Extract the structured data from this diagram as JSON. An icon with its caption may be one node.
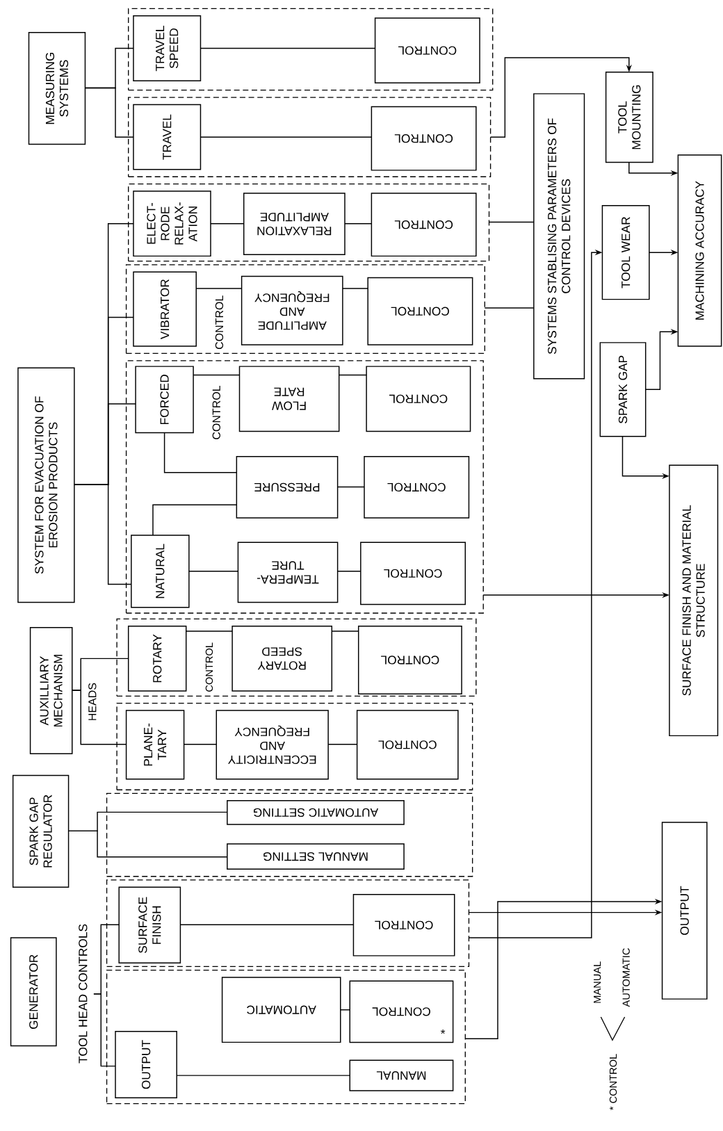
{
  "diagram": {
    "nodes": [
      {
        "text": [
          "MEASURING SYSTEMS"
        ]
      },
      {
        "text": [
          "SYSTEM FOR EVACUATION OF EROSION PRODUCTS"
        ]
      },
      {
        "text": [
          "AUXILLIARY MECHANISM"
        ]
      },
      {
        "text": [
          "SPARK GAP REGULATOR"
        ]
      },
      {
        "text": [
          "GENERATOR"
        ]
      },
      {
        "text": [
          "TOOL HEAD CONTROLS"
        ]
      },
      {
        "text": [],
        "shape": "box"
      },
      {
        "text": [
          "TRAVEL SPEED"
        ],
        "in": 6
      },
      {
        "text": [
          "CONTROL"
        ],
        "in": 6
      },
      {
        "text": [],
        "shape": "box"
      },
      {
        "text": [
          "TRAVEL"
        ],
        "in": 9
      },
      {
        "text": [
          "CONTROL"
        ],
        "in": 9
      },
      {
        "text": [],
        "shape": "box"
      },
      {
        "text": [
          "ELECT-RODE RELAX-ATION"
        ],
        "in": 12
      },
      {
        "text": [
          "RELAXATION AMPLITUDE"
        ],
        "in": 12
      },
      {
        "text": [
          "CONTROL"
        ],
        "in": 12
      },
      {
        "text": [],
        "shape": "box"
      },
      {
        "text": [
          "VIBRATOR"
        ],
        "in": 16
      },
      {
        "text": [
          "AMPLITUDE AND FREQUENCY"
        ],
        "in": 16
      },
      {
        "text": [
          "CONTROL"
        ],
        "in": 16
      },
      {
        "text": [],
        "shape": "box"
      },
      {
        "text": [
          "FORCED"
        ],
        "in": 20
      },
      {
        "text": [
          "FLOW RATE"
        ],
        "in": 20
      },
      {
        "text": [
          "CONTROL"
        ],
        "in": 20
      },
      {
        "text": [
          "PRESSURE"
        ],
        "in": 20
      },
      {
        "text": [
          "CONTROL"
        ],
        "in": 20
      },
      {
        "text": [
          "NATURAL"
        ],
        "in": 20
      },
      {
        "text": [
          "TEMPERA-TURE"
        ],
        "in": 20
      },
      {
        "text": [
          "CONTROL"
        ],
        "in": 20
      },
      {
        "text": [],
        "shape": "box"
      },
      {
        "text": [
          "ROTARY"
        ],
        "in": 29
      },
      {
        "text": [
          "ROTARY SPEED"
        ],
        "in": 29
      },
      {
        "text": [
          "CONTROL"
        ],
        "in": 29
      },
      {
        "text": [],
        "shape": "box"
      },
      {
        "text": [
          "PLANE-TARY"
        ],
        "in": 33
      },
      {
        "text": [
          "ECCENTRICITY AND FREQUENCY"
        ],
        "in": 33
      },
      {
        "text": [
          "CONTROL"
        ],
        "in": 33
      },
      {
        "text": [],
        "shape": "box"
      },
      {
        "text": [
          "AUTOMATIC SETTING"
        ],
        "in": 37
      },
      {
        "text": [
          "MANUAL SETTING"
        ],
        "in": 37
      },
      {
        "text": [],
        "shape": "box"
      },
      {
        "text": [
          "SURFACE FINISH"
        ],
        "in": 40
      },
      {
        "text": [
          "CONTROL"
        ],
        "in": 40
      },
      {
        "text": [],
        "shape": "box"
      },
      {
        "text": [
          "AUTOMATIC"
        ],
        "in": 43
      },
      {
        "text": [
          "CONTROL",
          "*"
        ],
        "in": 43
      },
      {
        "text": [
          "OUTPUT"
        ],
        "in": 43
      },
      {
        "text": [
          "MANUAL"
        ],
        "in": 43
      },
      {
        "text": [
          "SYSTEMS STABLISING PARAMETERS OF CONTROL DEVICES"
        ]
      },
      {
        "text": [
          "TOOL MOUNTING"
        ]
      },
      {
        "text": [
          "TOOL WEAR"
        ]
      },
      {
        "text": [
          "SPARK GAP"
        ]
      },
      {
        "text": [
          "MACHINING ACCURACY"
        ]
      },
      {
        "text": [
          "SURFACE FINISH AND MATERIAL STRUCTURE"
        ]
      },
      {
        "text": [
          "OUTPUT"
        ]
      }
    ],
    "edges": [
      {
        "from": 0,
        "to": 7,
        "arrow": "none"
      },
      {
        "from": 0,
        "to": 10,
        "arrow": "none"
      },
      {
        "from": 7,
        "to": 8,
        "arrow": "none"
      },
      {
        "from": 10,
        "to": 11,
        "arrow": "none"
      },
      {
        "from": 1,
        "to": 13,
        "arrow": "none"
      },
      {
        "from": 1,
        "to": 17,
        "arrow": "none"
      },
      {
        "from": 1,
        "to": 21,
        "arrow": "none"
      },
      {
        "from": 1,
        "to": 26,
        "arrow": "none"
      },
      {
        "from": 13,
        "to": 14,
        "arrow": "none"
      },
      {
        "from": 14,
        "to": 15,
        "arrow": "none"
      },
      {
        "from": 17,
        "to": 18,
        "arrow": "none"
      },
      {
        "from": 18,
        "to": 19,
        "arrow": "none"
      },
      {
        "from": 21,
        "to": 22,
        "arrow": "none"
      },
      {
        "from": 22,
        "to": 23,
        "arrow": "none"
      },
      {
        "from": 21,
        "to": 24,
        "arrow": "none"
      },
      {
        "from": 26,
        "to": 24,
        "arrow": "none"
      },
      {
        "from": 24,
        "to": 25,
        "arrow": "none"
      },
      {
        "from": 26,
        "to": 27,
        "arrow": "none"
      },
      {
        "from": 27,
        "to": 28,
        "arrow": "none"
      },
      {
        "from": 2,
        "to": 30,
        "arrow": "none"
      },
      {
        "from": 2,
        "to": 34,
        "arrow": "none"
      },
      {
        "from": 30,
        "to": 31,
        "arrow": "none"
      },
      {
        "from": 31,
        "to": 32,
        "arrow": "none"
      },
      {
        "from": 34,
        "to": 35,
        "arrow": "none"
      },
      {
        "from": 35,
        "to": 36,
        "arrow": "none"
      },
      {
        "from": 3,
        "to": 38,
        "arrow": "none"
      },
      {
        "from": 3,
        "to": 39,
        "arrow": "none"
      },
      {
        "from": 5,
        "to": 41,
        "arrow": "none"
      },
      {
        "from": 5,
        "to": 46,
        "arrow": "none"
      },
      {
        "from": 41,
        "to": 42,
        "arrow": "none"
      },
      {
        "from": 44,
        "to": 45,
        "arrow": "none"
      },
      {
        "from": 46,
        "to": 47,
        "arrow": "none"
      },
      {
        "from": 9,
        "to": 49,
        "arrow": "to"
      },
      {
        "from": 12,
        "to": 48,
        "arrow": "none"
      },
      {
        "from": 16,
        "to": 48,
        "arrow": "none"
      },
      {
        "from": 20,
        "to": 53,
        "arrow": "to"
      },
      {
        "from": 40,
        "to": 54,
        "arrow": "to"
      },
      {
        "from": 43,
        "to": 54,
        "arrow": "to"
      },
      {
        "from": 40,
        "to": 50,
        "arrow": "to"
      },
      {
        "from": 49,
        "to": 52,
        "arrow": "to"
      },
      {
        "from": 50,
        "to": 52,
        "arrow": "to"
      },
      {
        "from": 51,
        "to": 52,
        "arrow": "to"
      },
      {
        "from": 51,
        "to": 53,
        "arrow": "to"
      }
    ],
    "labels": [
      "CONTROL",
      "CONTROL",
      "CONTROL",
      "HEADS",
      "MANUAL",
      "AUTOMATIC",
      "* CONTROL"
    ]
  }
}
